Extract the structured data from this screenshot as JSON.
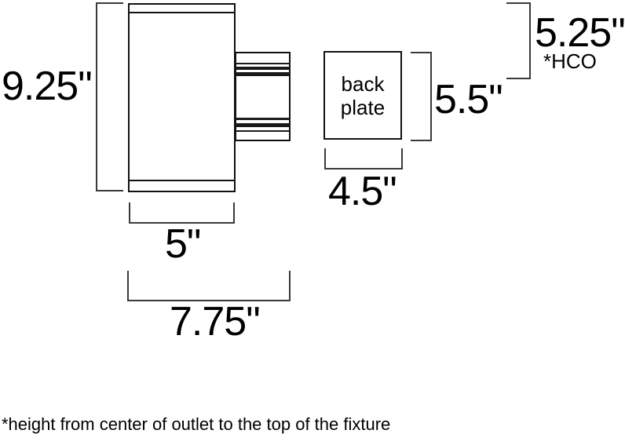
{
  "diagram": {
    "back_plate": {
      "label": "back plate"
    },
    "dimensions": {
      "overall_height": "9.25\"",
      "hco_height": "5.25\"",
      "hco_tag": "*HCO",
      "back_plate_height": "5.5\"",
      "back_plate_width": "4.5\"",
      "body_diameter": "5\"",
      "overall_depth": "7.75\""
    },
    "footnote": "*height from center of outlet to the top of the fixture",
    "colors": {
      "outline": "#111111",
      "bracket": "#3a3a3a",
      "text": "#000000",
      "background": "#ffffff"
    }
  }
}
